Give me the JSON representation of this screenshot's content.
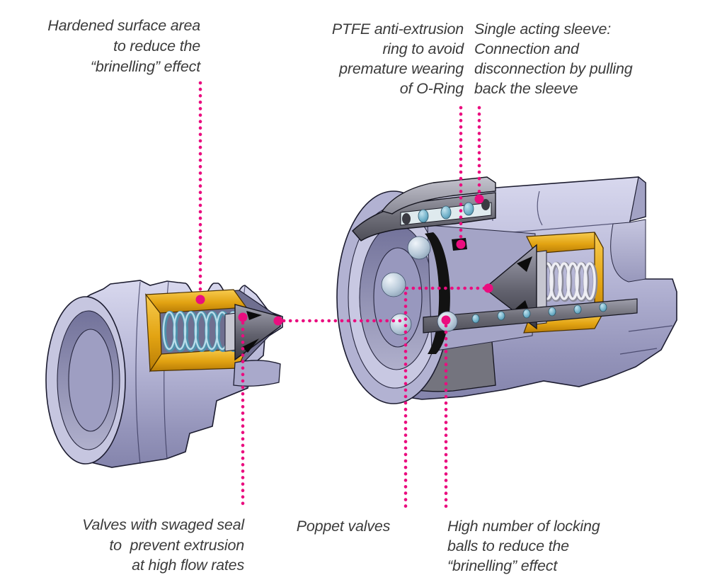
{
  "annotations": {
    "hardened_surface": {
      "lines": [
        "Hardened surface area",
        "to reduce the",
        "“brinelling” effect"
      ],
      "align": "right"
    },
    "ptfe_ring": {
      "lines": [
        "PTFE anti-extrusion",
        "ring to avoid",
        "premature wearing",
        "of O-Ring"
      ],
      "align": "right"
    },
    "single_acting_sleeve": {
      "lines": [
        "Single acting sleeve:",
        "Connection and",
        "disconnection by pulling",
        "back the sleeve"
      ],
      "align": "left"
    },
    "swaged_seal": {
      "lines": [
        "Valves with swaged seal",
        "to  prevent extrusion",
        "at high flow rates"
      ],
      "align": "right"
    },
    "poppet_valves": {
      "lines": [
        "Poppet valves"
      ],
      "align": "center"
    },
    "locking_balls": {
      "lines": [
        "High number of locking",
        "balls to reduce the",
        "“brinelling” effect"
      ],
      "align": "left"
    }
  },
  "colors": {
    "accent_magenta": "#ea0d7f",
    "text_gray": "#3b3b3b",
    "body_lavender": "#b6b6d6",
    "sleeve_gray": "#6e6e78",
    "valve_guide_yellow": "#e2a312",
    "spring_teal": "#6fb0c8",
    "spring_silver": "#eeeef4",
    "ball_blue_gray": "#b6c8d8",
    "seal_black": "#121212",
    "background": "#ffffff"
  }
}
